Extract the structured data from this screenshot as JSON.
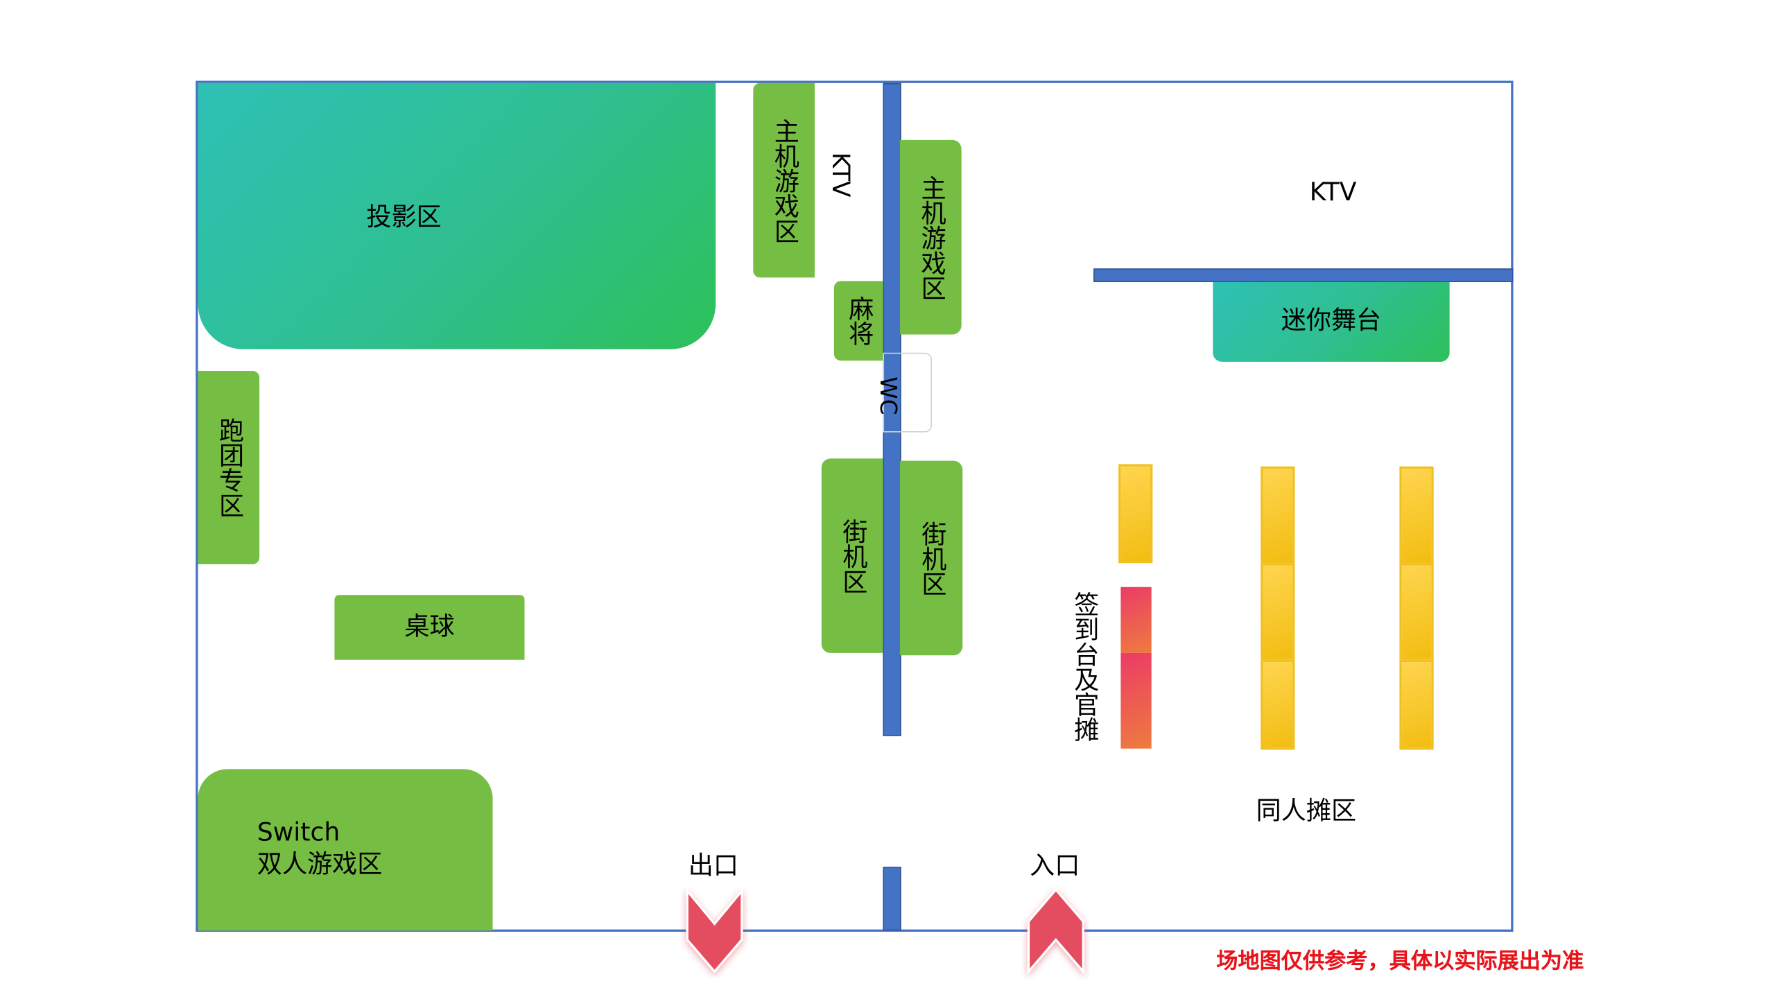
{
  "map": {
    "zones": {
      "projection": "投影区",
      "console_left": "主机游戏区",
      "ktv_small": "KTV",
      "console_right": "主机游戏区",
      "mahjong": "麻将",
      "wc": "WC",
      "ktv_main": "KTV",
      "mini_stage": "迷你舞台",
      "trpg": "跑团专区",
      "arcade_left": "街机区",
      "arcade_right": "街机区",
      "billiards": "桌球",
      "switch_line1": "Switch",
      "switch_line2": "双人游戏区",
      "checkin": "签到台及官摊",
      "fan_booths": "同人摊区"
    },
    "doors": {
      "exit": "出口",
      "entrance": "入口"
    },
    "note": "场地图仅供参考，具体以实际展出为准",
    "colors": {
      "wall": "#4472c4",
      "zone_green": "#76bd43",
      "booth_gold": "#f2bd12",
      "arrow_red": "#e44d60",
      "note_red": "#e8141b"
    }
  }
}
